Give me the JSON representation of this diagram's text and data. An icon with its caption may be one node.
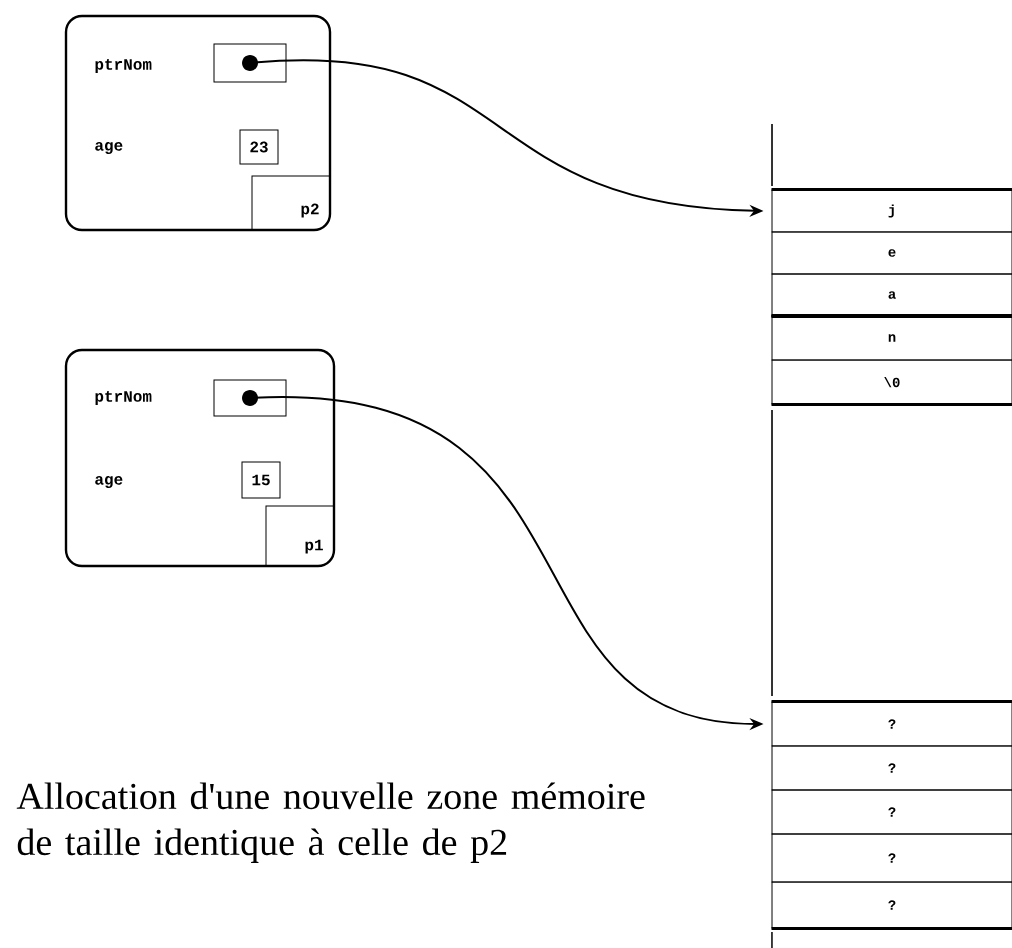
{
  "diagram": {
    "nodes": [
      {
        "text": [
          "ptrNom",
          "age"
        ]
      },
      {
        "text": [],
        "shape": "box",
        "in": 0
      },
      {
        "text": [
          "23"
        ],
        "in": 0
      },
      {
        "text": [
          "p2"
        ],
        "in": 0
      },
      {
        "text": [
          "ptrNom",
          "age"
        ]
      },
      {
        "text": [],
        "shape": "box",
        "in": 4
      },
      {
        "text": [
          "15"
        ],
        "in": 4
      },
      {
        "text": [
          "p1"
        ],
        "in": 4
      },
      {
        "text": [
          "j"
        ]
      },
      {
        "text": [
          "e"
        ]
      },
      {
        "text": [
          "a"
        ]
      },
      {
        "text": [
          "n"
        ]
      },
      {
        "text": [
          "\\0"
        ]
      },
      {
        "text": [
          "?"
        ]
      },
      {
        "text": [
          "?"
        ]
      },
      {
        "text": [
          "?"
        ]
      },
      {
        "text": [
          "?"
        ]
      },
      {
        "text": [
          "?"
        ]
      }
    ],
    "edges": [
      {
        "from": 1,
        "to": 8,
        "arrow": "to"
      },
      {
        "from": 5,
        "to": 13,
        "arrow": "to"
      }
    ],
    "labels": [
      "Allocation d'une nouvelle zone mémoire de taille identique à celle de p2"
    ]
  }
}
